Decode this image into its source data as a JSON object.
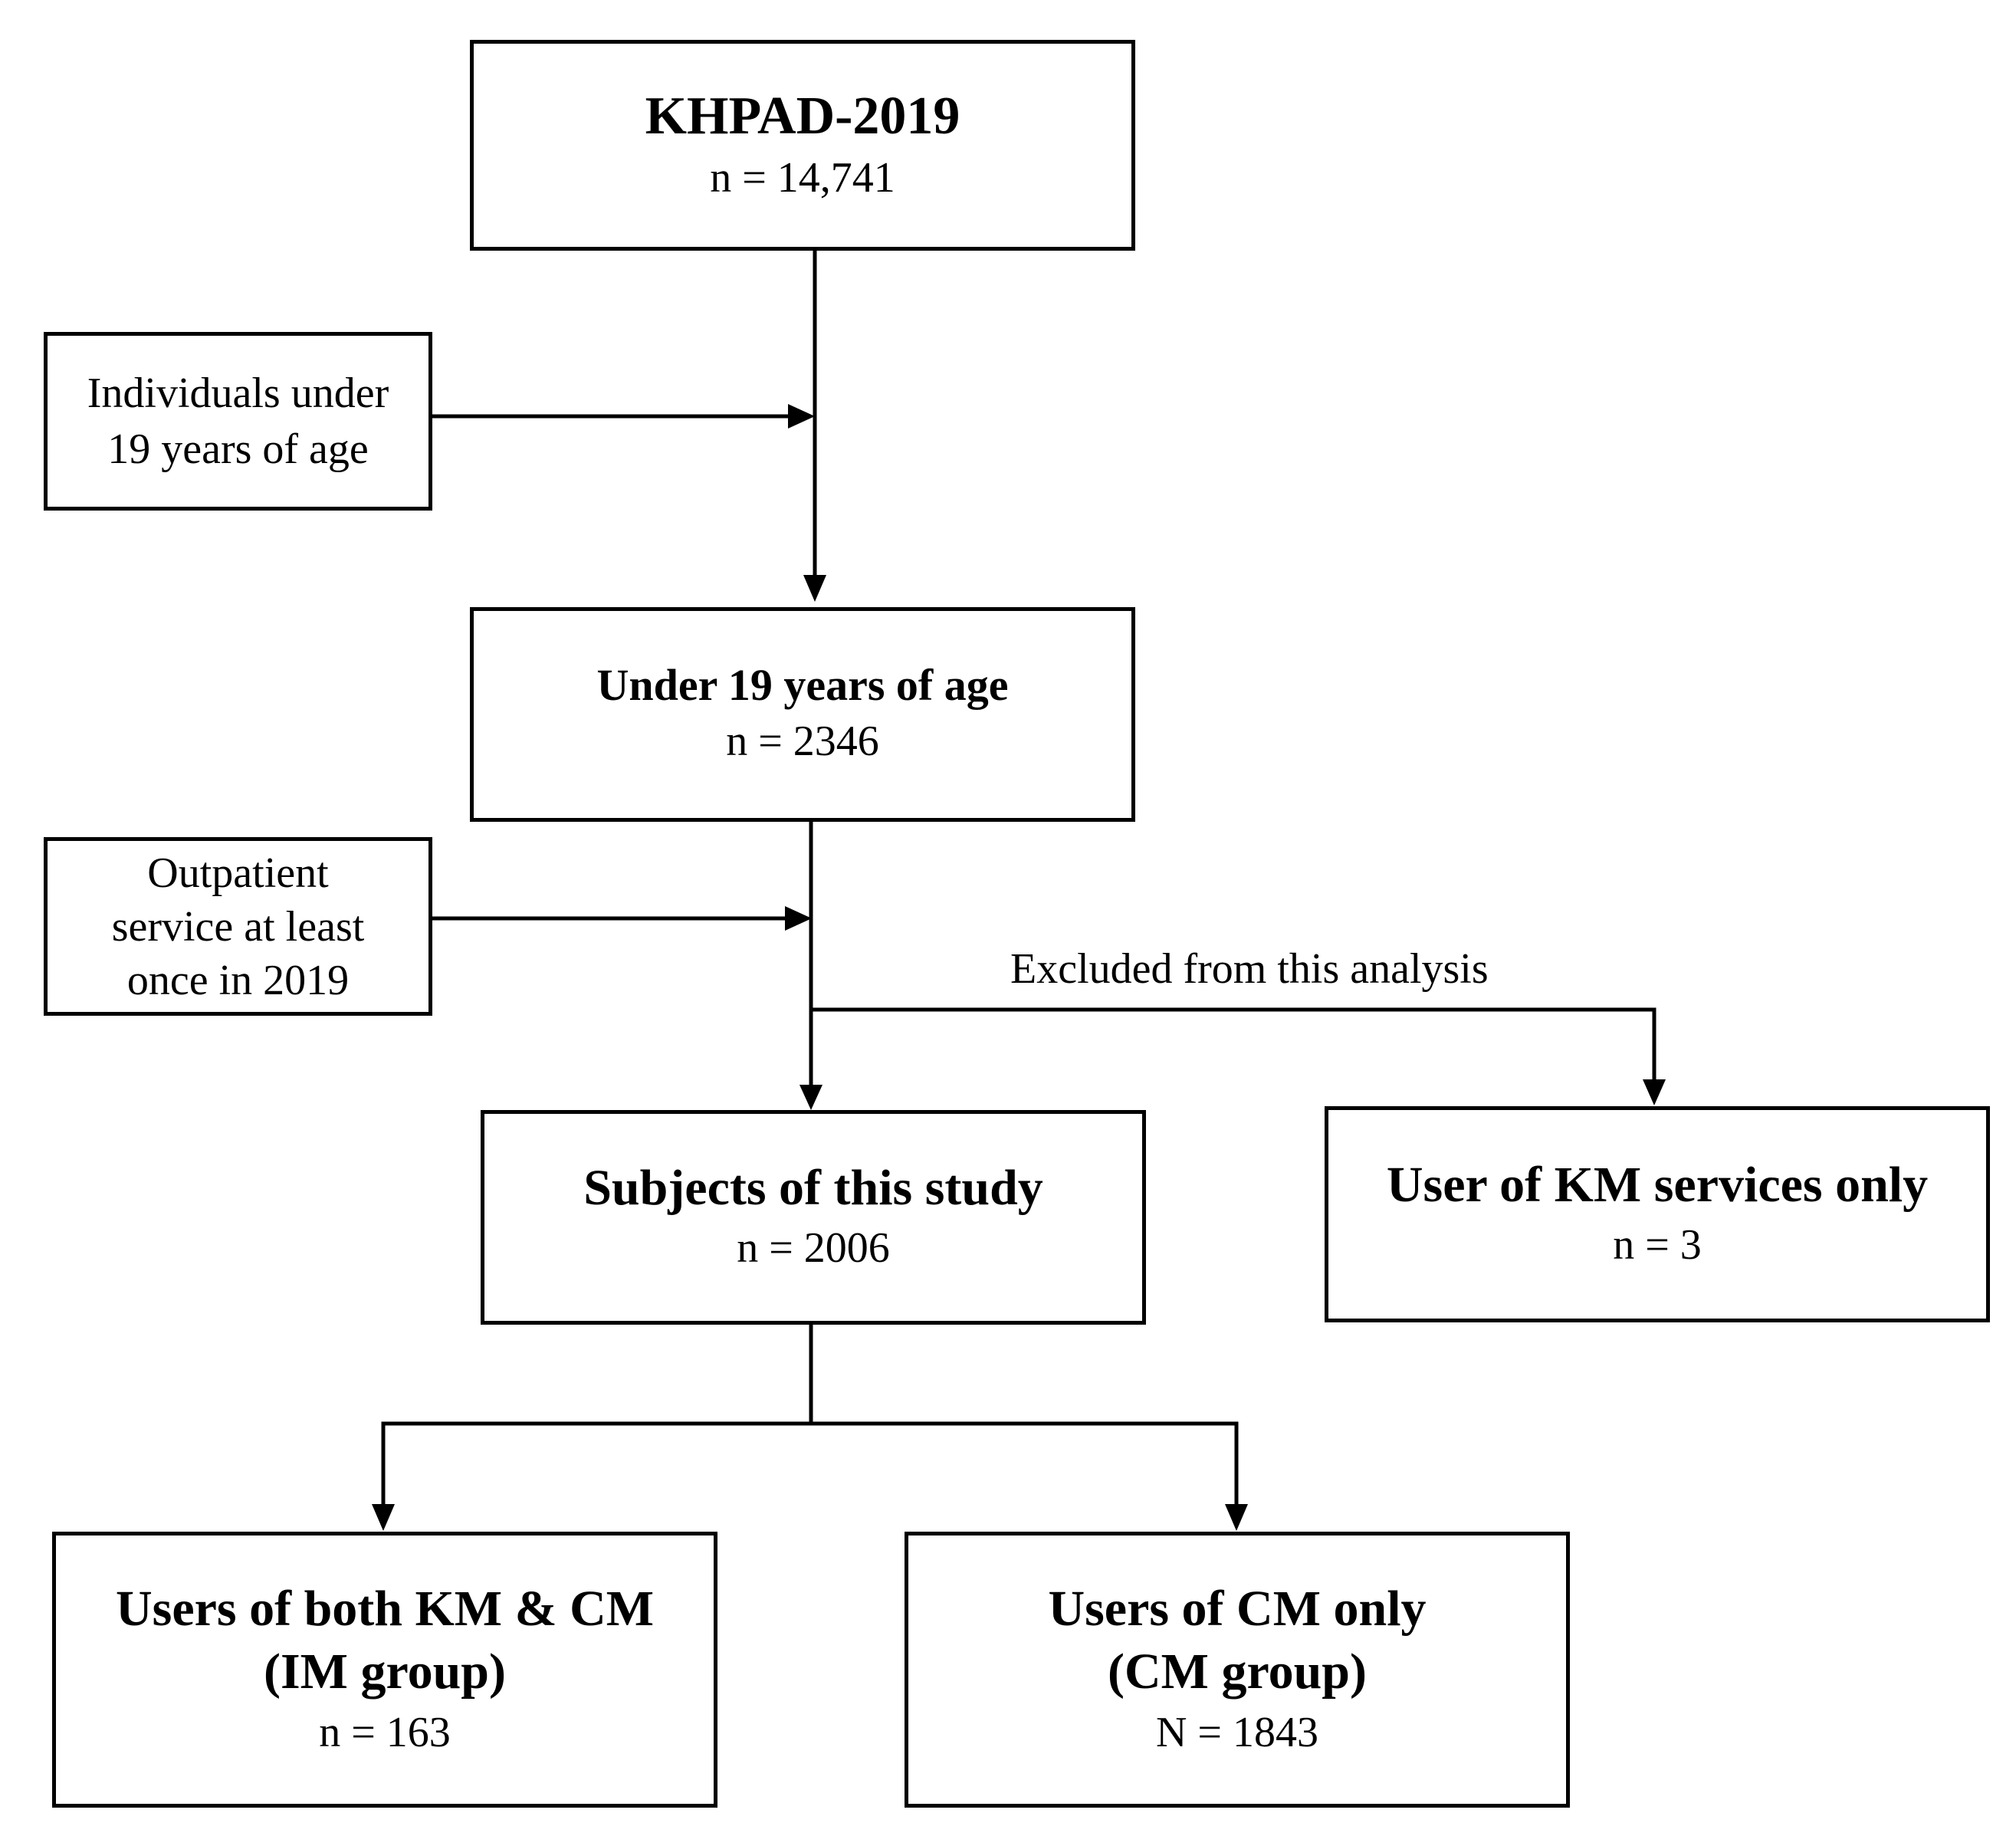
{
  "boxes": {
    "khpad": {
      "title": "KHPAD-2019",
      "count": "n = 14,741"
    },
    "under19": {
      "title": "Under 19 years of age",
      "count": "n = 2346"
    },
    "subjects": {
      "title": "Subjects of this study",
      "count": "n = 2006"
    },
    "km_only": {
      "title": "User of KM services only",
      "count": "n = 3"
    },
    "im_group": {
      "title_line1": "Users of both KM & CM",
      "title_line2": "(IM group)",
      "count": "n = 163"
    },
    "cm_group": {
      "title_line1": "Users of CM only",
      "title_line2": "(CM group)",
      "count": "N = 1843"
    }
  },
  "criteria": {
    "age_line1": "Individuals under",
    "age_line2": "19 years of age",
    "outpatient_line1": "Outpatient",
    "outpatient_line2": "service at least",
    "outpatient_line3": "once in 2019"
  },
  "labels": {
    "excluded": "Excluded from this analysis"
  }
}
